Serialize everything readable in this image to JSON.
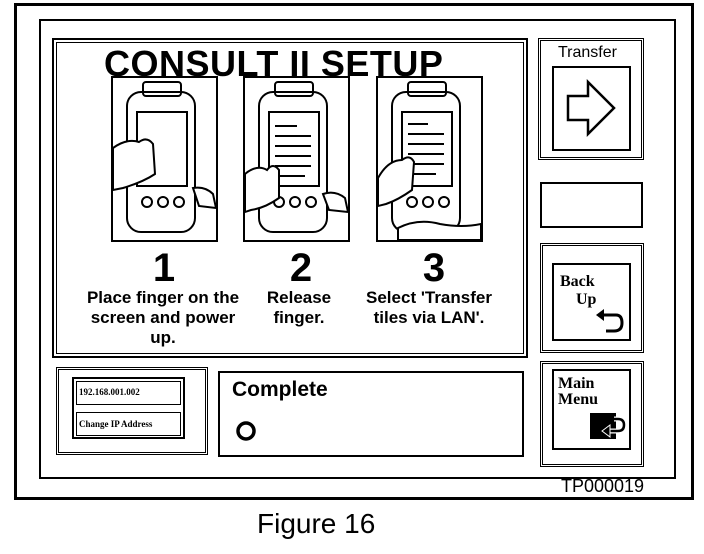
{
  "title": "CONSULT II SETUP",
  "steps": [
    {
      "number": "1",
      "text": "Place finger on the screen and power up."
    },
    {
      "number": "2",
      "text": "Release finger."
    },
    {
      "number": "3",
      "text": "Select 'Transfer tiles via LAN'."
    }
  ],
  "transfer": {
    "label": "Transfer",
    "icon": "right-arrow-icon"
  },
  "back_up": {
    "label_line1": "Back",
    "label_line2": "Up",
    "icon": "back-arrow-icon"
  },
  "main_menu": {
    "label_line1": "Main",
    "label_line2": "Menu",
    "icon": "menu-return-icon"
  },
  "ip": {
    "address": "192.168.001.002",
    "change_label": "Change IP Address"
  },
  "status": {
    "label": "Complete"
  },
  "doc_id": "TP000019",
  "figure_caption": "Figure 16"
}
